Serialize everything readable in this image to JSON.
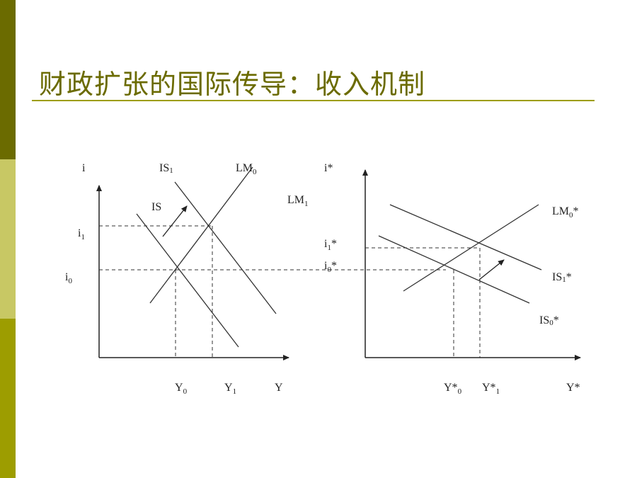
{
  "slide": {
    "title": "财政扩张的国际传导：收入机制",
    "theme": {
      "sidebar_top": "#6b6b00",
      "sidebar_mid": "#c8c864",
      "sidebar_bottom": "#9d9d00",
      "title_color": "#6b6b00"
    }
  },
  "left_panel": {
    "y_axis_label": "i",
    "x_axis_label": "Y",
    "curves": {
      "is0": "IS",
      "is1": "IS",
      "is1_sub": "1",
      "lm0": "LM",
      "lm0_sub": "0",
      "lm1": "LM",
      "lm1_sub": "1"
    },
    "ticks": {
      "i1": "i",
      "i1_sub": "1",
      "i0": "i",
      "i0_sub": "0",
      "y0": "Y",
      "y0_sub": "0",
      "y1": "Y",
      "y1_sub": "1"
    }
  },
  "right_panel": {
    "y_axis_label": "i*",
    "x_axis_label": "Y*",
    "curves": {
      "lm0": "LM",
      "lm0_sub": "0",
      "lm0_star": "*",
      "is1": "IS",
      "is1_sub": "1",
      "is1_star": "*",
      "is0": "IS",
      "is0_sub": "0",
      "is0_star": "*"
    },
    "ticks": {
      "i1": "i",
      "i1_sub": "1",
      "i1_star": "*",
      "i0": "i",
      "i0_sub": "0",
      "i0_star": "*",
      "y0": "Y*",
      "y0_sub": "0",
      "y1": "Y*",
      "y1_sub": "1"
    }
  }
}
